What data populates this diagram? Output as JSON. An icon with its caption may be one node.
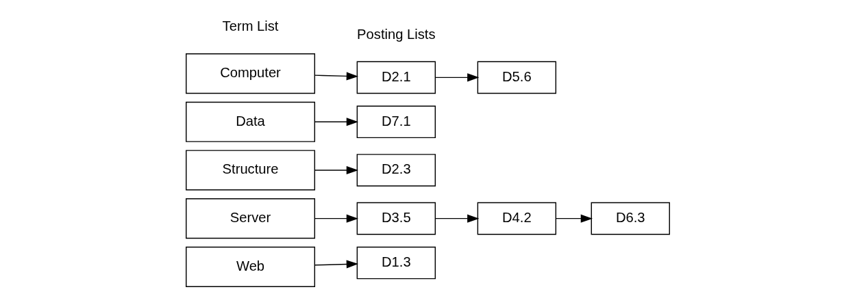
{
  "diagram": {
    "nodes": [
      {
        "text": [
          "Computer"
        ]
      },
      {
        "text": [
          "Data"
        ]
      },
      {
        "text": [
          "Structure"
        ]
      },
      {
        "text": [
          "Server"
        ]
      },
      {
        "text": [
          "Web"
        ]
      },
      {
        "text": [
          "D2.1"
        ]
      },
      {
        "text": [
          "D5.6"
        ]
      },
      {
        "text": [
          "D7.1"
        ]
      },
      {
        "text": [
          "D2.3"
        ]
      },
      {
        "text": [
          "D3.5"
        ]
      },
      {
        "text": [
          "D4.2"
        ]
      },
      {
        "text": [
          "D6.3"
        ]
      },
      {
        "text": [
          "D1.3"
        ]
      }
    ],
    "edges": [
      {
        "from": 0,
        "to": 5,
        "arrow": "to"
      },
      {
        "from": 5,
        "to": 6,
        "arrow": "to"
      },
      {
        "from": 1,
        "to": 7,
        "arrow": "to"
      },
      {
        "from": 2,
        "to": 8,
        "arrow": "to"
      },
      {
        "from": 3,
        "to": 9,
        "arrow": "to"
      },
      {
        "from": 9,
        "to": 10,
        "arrow": "to"
      },
      {
        "from": 10,
        "to": 11,
        "arrow": "to"
      },
      {
        "from": 4,
        "to": 12,
        "arrow": "to"
      }
    ],
    "labels": [
      "Term List",
      "Posting Lists"
    ]
  }
}
